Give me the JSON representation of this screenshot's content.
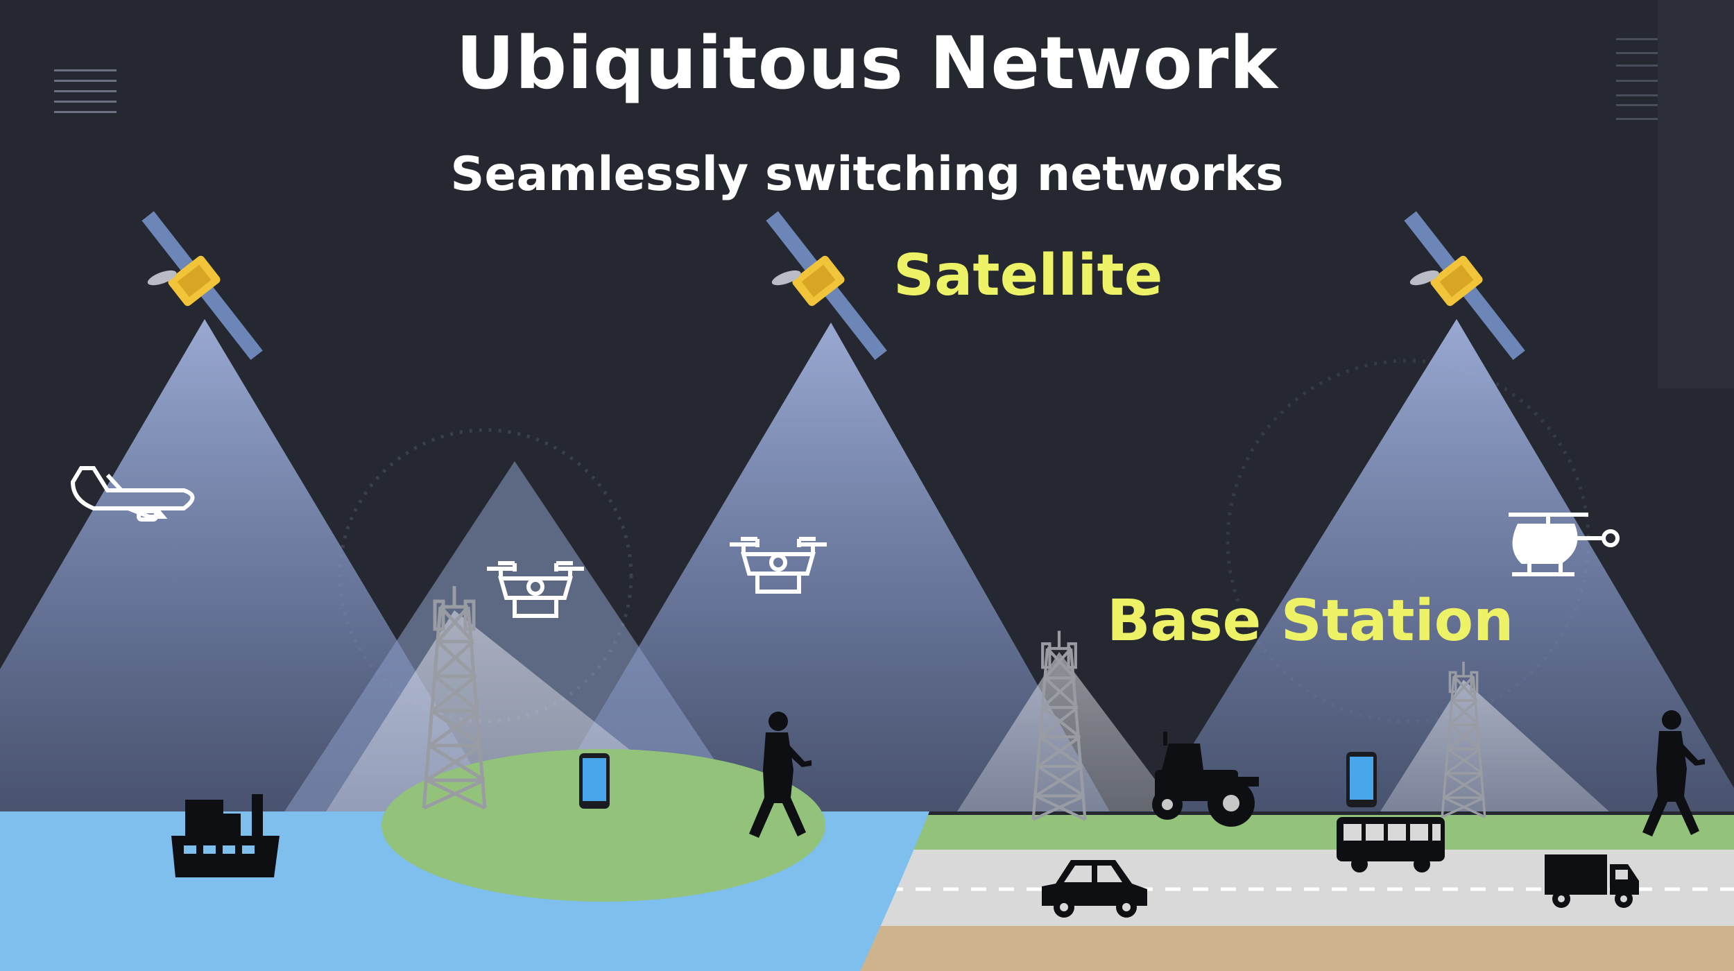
{
  "header": {
    "title": "Ubiquitous Network",
    "subtitle": "Seamlessly switching networks"
  },
  "labels": {
    "satellite": "Satellite",
    "base_station": "Base Station"
  },
  "colors": {
    "background": "#252830",
    "label_yellow": "#eef266",
    "title_white": "#ffffff",
    "sea": "#7ebfee",
    "grass": "#93c27a",
    "road": "#d9d9d9",
    "sand": "#cdb48c",
    "satellite_body": "#f2c43a",
    "solar_panel": "#6d86b8"
  },
  "icons": [
    "satellite-icon",
    "airplane-icon",
    "drone-icon",
    "helicopter-icon",
    "cell-tower-icon",
    "smartphone-icon",
    "pedestrian-icon",
    "ship-icon",
    "car-icon",
    "bus-icon",
    "truck-icon",
    "tractor-icon"
  ]
}
